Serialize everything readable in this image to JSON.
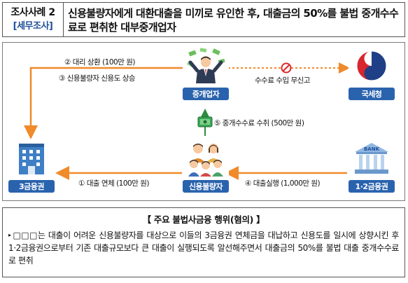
{
  "header": {
    "case_title": "조사사례 2",
    "case_sub": "[세무조사]",
    "title": "신용불량자에게 대환대출을 미끼로 유인한 후, 대출금의 50%를 불법 중개수수료로 편취한 대부중개업자"
  },
  "nodes": {
    "broker": {
      "label": "중개업자",
      "icon": "money-rain-person-icon",
      "color": "#2a63ad"
    },
    "nts": {
      "label": "국세청",
      "icon": "government-emblem-icon",
      "color": "#2a63ad"
    },
    "lender3": {
      "label": "3금융권",
      "icon": "office-building-icon",
      "color": "#2a63ad"
    },
    "debtor": {
      "label": "신용불량자",
      "icon": "family-group-icon",
      "color": "#2a63ad"
    },
    "lender12": {
      "label": "1·2금융권",
      "icon": "bank-building-icon",
      "color": "#2a63ad"
    }
  },
  "bank_sign": "BANK",
  "arrows": {
    "repay": "② 대리 상환 (100만 원)",
    "credit_up": "③ 신용불량자 신용도 상승",
    "tax_evasion": "수수료 수입 무신고",
    "fee": "⑤ 중개수수료 수취 (500만 원)",
    "overdue": "① 대출 연체 (100만 원)",
    "loan": "④ 대출실행 (1,000만 원)"
  },
  "colors": {
    "arrow": "#f08a2a",
    "box_border": "#555555",
    "label_bg": "#2a63ad"
  },
  "note": {
    "title": "【 주요 불법사금융 행위(혐의) 】",
    "body": "□□□는 대출이 어려운 신용불량자를 대상으로 이들의 3금융권 연체금을 대납하고 신용도를 일시에 상향시킨 후 1·2금융권으로부터 기존 대출규모보다 큰 대출이 실행되도록 알선해주면서 대출금의 50%를 불법 대출 중개수수료로 편취"
  }
}
